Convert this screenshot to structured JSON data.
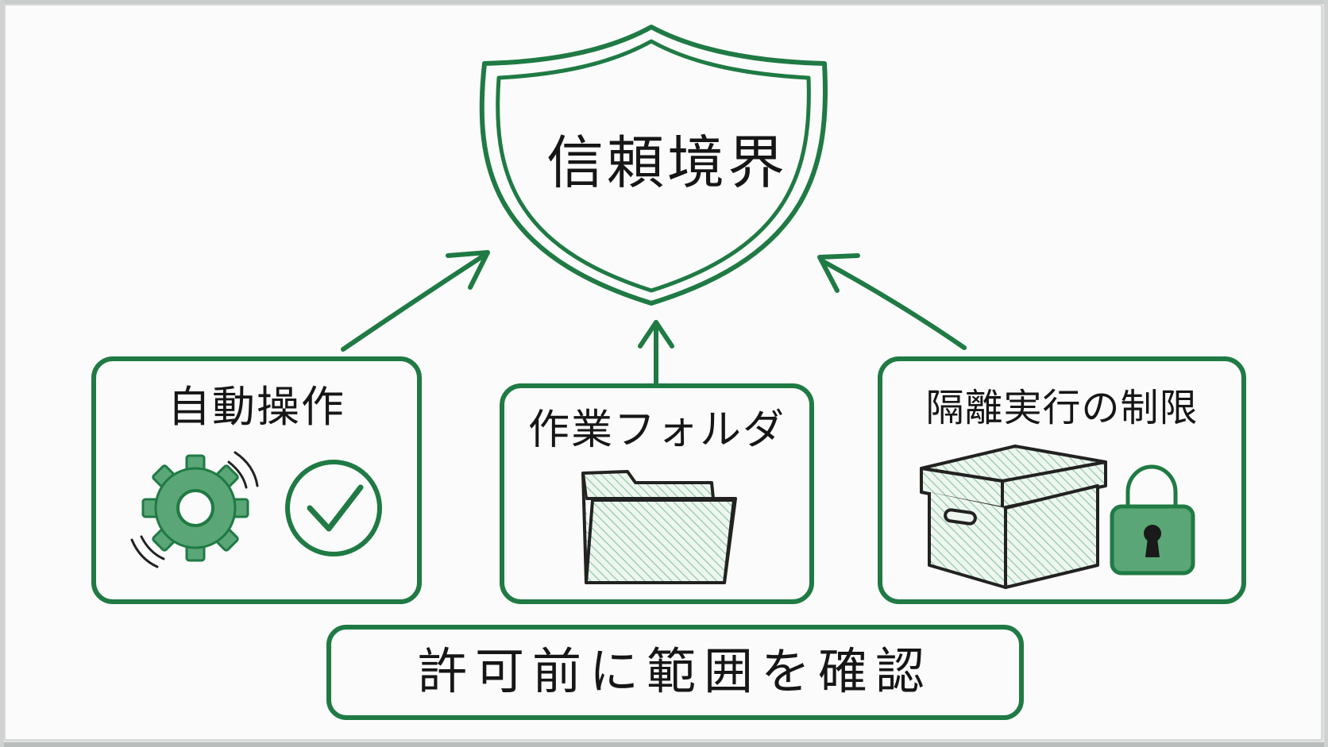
{
  "title": "信頼境界",
  "nodes": {
    "automation": {
      "label": "自動操作",
      "icons": [
        "gear-icon",
        "check-circle-icon"
      ]
    },
    "work_folder": {
      "label": "作業フォルダ",
      "icons": [
        "folder-icon"
      ]
    },
    "isolation_limits": {
      "label": "隔離実行の制限",
      "icons": [
        "box-icon",
        "padlock-icon"
      ]
    }
  },
  "footer": {
    "label": "許可前に範囲を確認"
  },
  "colors": {
    "accent": "#1f7a44",
    "ink": "#161616",
    "board": "#fbfbfb",
    "hatch": "#8fc6a3"
  }
}
